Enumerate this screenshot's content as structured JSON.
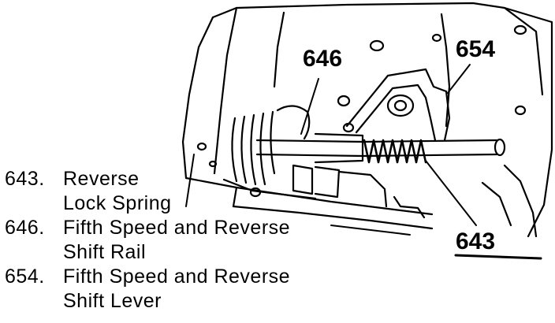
{
  "callouts": {
    "part_646": "646",
    "part_654": "654",
    "part_643": "643"
  },
  "legend": [
    {
      "number": "643.",
      "lines": [
        "Reverse",
        "Lock Spring"
      ]
    },
    {
      "number": "646.",
      "lines": [
        "Fifth Speed and Reverse",
        "Shift Rail"
      ]
    },
    {
      "number": "654.",
      "lines": [
        "Fifth Speed and Reverse",
        "Shift Lever"
      ]
    }
  ]
}
